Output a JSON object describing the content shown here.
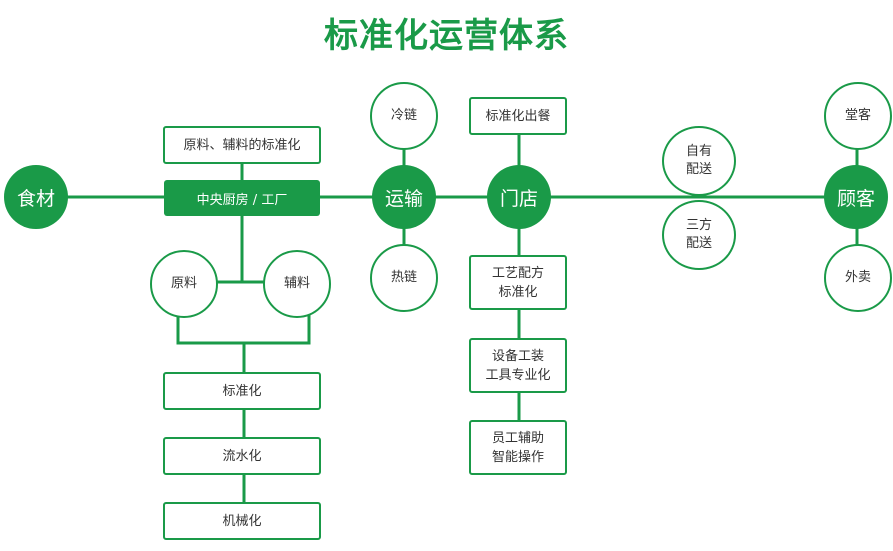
{
  "title": "标准化运营体系",
  "colors": {
    "accent": "#1a9a48"
  },
  "nodes": {
    "food": "食材",
    "transport": "运输",
    "store": "门店",
    "customer": "顾客",
    "cold_chain": "冷链",
    "hot_chain": "热链",
    "raw_aux_std": "原料、辅料的标准化",
    "central_kitchen": "中央厨房 / 工厂",
    "raw": "原料",
    "aux": "辅料",
    "standardization": "标准化",
    "assembly_line": "流水化",
    "mechanization": "机械化",
    "std_serving": "标准化出餐",
    "process_recipe": "工艺配方\n标准化",
    "equipment_tools": "设备工装\n工具专业化",
    "staff_assist": "员工辅助\n智能操作",
    "self_delivery": "自有\n配送",
    "third_party_delivery": "三方\n配送",
    "dine_in": "堂客",
    "takeout": "外卖"
  }
}
